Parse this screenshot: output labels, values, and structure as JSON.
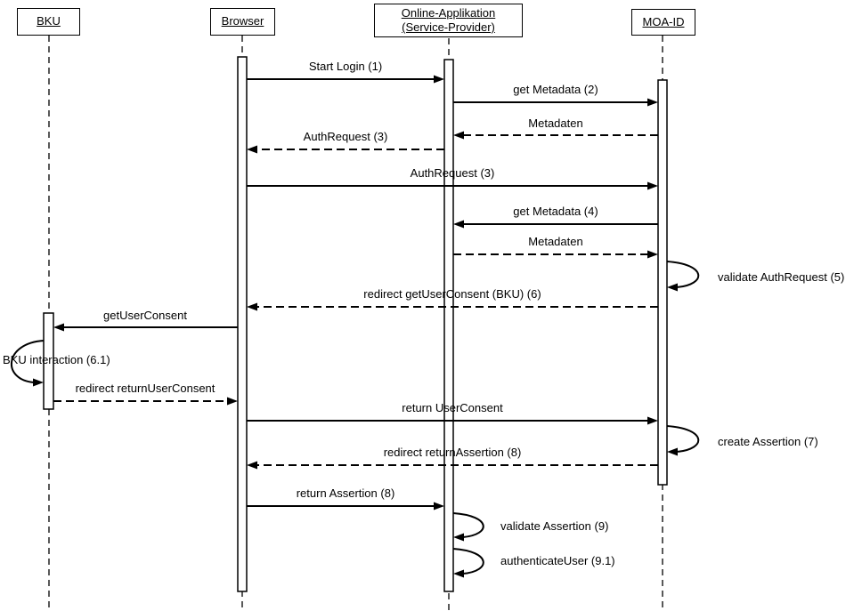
{
  "diagram": {
    "type": "uml-sequence",
    "colors": {
      "line": "#000000",
      "background": "#ffffff"
    },
    "actors": [
      {
        "id": "bku",
        "label": "BKU"
      },
      {
        "id": "browser",
        "label": "Browser"
      },
      {
        "id": "online-app",
        "label": "Online-Applikation (Service-Provider)"
      },
      {
        "id": "moa-id",
        "label": "MOA-ID"
      }
    ],
    "messages": [
      {
        "n": 1,
        "label": "Start Login (1)",
        "from": "browser",
        "to": "online-app",
        "line": "solid"
      },
      {
        "n": 2,
        "label": "get Metadata (2)",
        "from": "online-app",
        "to": "moa-id",
        "line": "solid"
      },
      {
        "n": 3,
        "label": "Metadaten",
        "from": "moa-id",
        "to": "online-app",
        "line": "dashed"
      },
      {
        "n": 4,
        "label": "AuthRequest (3)",
        "from": "online-app",
        "to": "browser",
        "line": "dashed"
      },
      {
        "n": 5,
        "label": "AuthRequest (3)",
        "from": "browser",
        "to": "moa-id",
        "line": "solid"
      },
      {
        "n": 6,
        "label": "get Metadata (4)",
        "from": "moa-id",
        "to": "online-app",
        "line": "solid"
      },
      {
        "n": 7,
        "label": "Metadaten",
        "from": "online-app",
        "to": "moa-id",
        "line": "dashed"
      },
      {
        "n": 8,
        "label": "validate AuthRequest (5)",
        "from": "moa-id",
        "to": "moa-id",
        "line": "self"
      },
      {
        "n": 9,
        "label": "redirect getUserConsent (BKU) (6)",
        "from": "moa-id",
        "to": "browser",
        "line": "dashed"
      },
      {
        "n": 10,
        "label": "getUserConsent",
        "from": "browser",
        "to": "bku",
        "line": "solid"
      },
      {
        "n": 11,
        "label": "BKU interaction (6.1)",
        "from": "bku",
        "to": "bku",
        "line": "self"
      },
      {
        "n": 12,
        "label": "redirect returnUserConsent",
        "from": "bku",
        "to": "browser",
        "line": "dashed"
      },
      {
        "n": 13,
        "label": "return UserConsent",
        "from": "browser",
        "to": "moa-id",
        "line": "solid"
      },
      {
        "n": 14,
        "label": "create Assertion (7)",
        "from": "moa-id",
        "to": "moa-id",
        "line": "self"
      },
      {
        "n": 15,
        "label": "redirect returnAssertion (8)",
        "from": "moa-id",
        "to": "browser",
        "line": "dashed"
      },
      {
        "n": 16,
        "label": "return Assertion (8)",
        "from": "browser",
        "to": "online-app",
        "line": "solid"
      },
      {
        "n": 17,
        "label": "validate Assertion (9)",
        "from": "online-app",
        "to": "online-app",
        "line": "self"
      },
      {
        "n": 18,
        "label": "authenticateUser (9.1)",
        "from": "online-app",
        "to": "online-app",
        "line": "self"
      }
    ]
  }
}
